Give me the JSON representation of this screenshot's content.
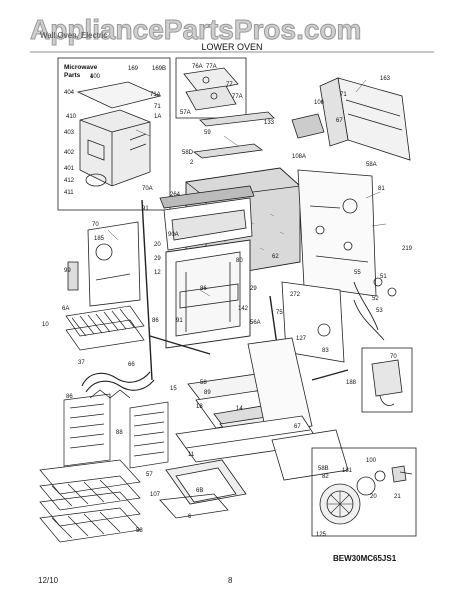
{
  "watermark": "AppliancePartsPros.com",
  "header": {
    "left_text": "Wall Oven, Electric",
    "sub_title": "LOWER OVEN"
  },
  "inset": {
    "title_line1": "Microwave",
    "title_line2": "Parts"
  },
  "footer": {
    "date": "12/10",
    "page": "8",
    "model": "BEW30MC65JS1"
  },
  "part_numbers": [
    "400",
    "169",
    "169B",
    "71A",
    "71",
    "1A",
    "404",
    "403",
    "402",
    "401",
    "412",
    "411",
    "410",
    "70A",
    "76A",
    "77A",
    "77",
    "77A",
    "57A",
    "163",
    "106",
    "71",
    "67",
    "133",
    "59",
    "58D",
    "2",
    "108A",
    "264",
    "91",
    "90A",
    "20",
    "29",
    "12",
    "185",
    "99",
    "70",
    "6A",
    "10",
    "37",
    "66",
    "58",
    "55",
    "51",
    "52",
    "53",
    "58A",
    "81",
    "219",
    "62",
    "272",
    "86",
    "29",
    "127",
    "80",
    "142",
    "91",
    "86",
    "75",
    "56A",
    "83",
    "70",
    "188",
    "15",
    "89",
    "18",
    "14",
    "86",
    "88",
    "11",
    "67",
    "58B",
    "82",
    "181",
    "100",
    "20",
    "21",
    "125",
    "107",
    "6",
    "57",
    "58",
    "6B",
    "1"
  ]
}
